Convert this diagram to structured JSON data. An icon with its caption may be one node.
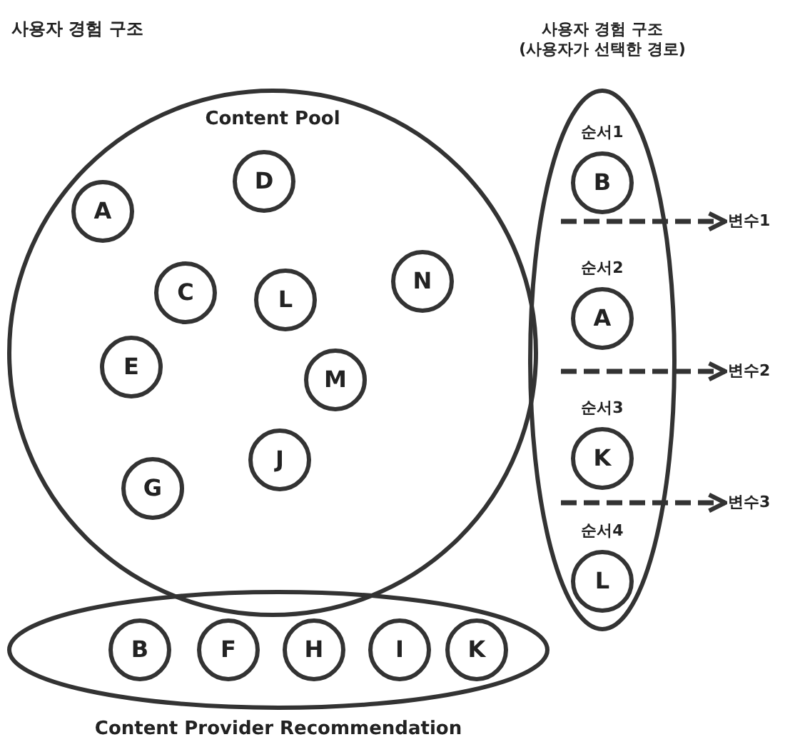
{
  "diagram": {
    "title": "사용자 경험 구조",
    "nodes": [
      {
        "text": [
          "Content Pool"
        ]
      },
      {
        "text": [
          "D"
        ],
        "in": 0
      },
      {
        "text": [
          "A"
        ],
        "in": 0
      },
      {
        "text": [
          "N"
        ],
        "in": 0
      },
      {
        "text": [
          "C"
        ],
        "in": 0
      },
      {
        "text": [
          "L"
        ],
        "in": 0
      },
      {
        "text": [
          "E"
        ],
        "in": 0
      },
      {
        "text": [
          "M"
        ],
        "in": 0
      },
      {
        "text": [
          "J"
        ],
        "in": 0
      },
      {
        "text": [
          "G"
        ],
        "in": 0
      },
      {
        "text": [
          "사용자 경험 구조 (사용자가 선택한 경로)"
        ]
      },
      {
        "text": [
          "B"
        ],
        "in": 10,
        "beside": [
          "순서1"
        ]
      },
      {
        "text": [
          "A"
        ],
        "in": 10,
        "beside": [
          "순서2"
        ]
      },
      {
        "text": [
          "K"
        ],
        "in": 10,
        "beside": [
          "순서3"
        ]
      },
      {
        "text": [
          "L"
        ],
        "in": 10,
        "beside": [
          "순서4"
        ]
      },
      {
        "text": [
          "변수1"
        ]
      },
      {
        "text": [
          "변수2"
        ]
      },
      {
        "text": [
          "변수3"
        ]
      },
      {
        "text": [
          "Content Provider Recommendation"
        ]
      },
      {
        "text": [
          "B"
        ],
        "in": 18
      },
      {
        "text": [
          "F"
        ],
        "in": 18
      },
      {
        "text": [
          "H"
        ],
        "in": 18
      },
      {
        "text": [
          "I"
        ],
        "in": 18
      },
      {
        "text": [
          "K"
        ],
        "in": 18
      }
    ],
    "edges": [
      {
        "from": null,
        "to": 15,
        "arrow": "to",
        "style": "dashed"
      },
      {
        "from": null,
        "to": 16,
        "arrow": "to",
        "style": "dashed"
      },
      {
        "from": null,
        "to": 17,
        "arrow": "to",
        "style": "dashed"
      }
    ]
  }
}
